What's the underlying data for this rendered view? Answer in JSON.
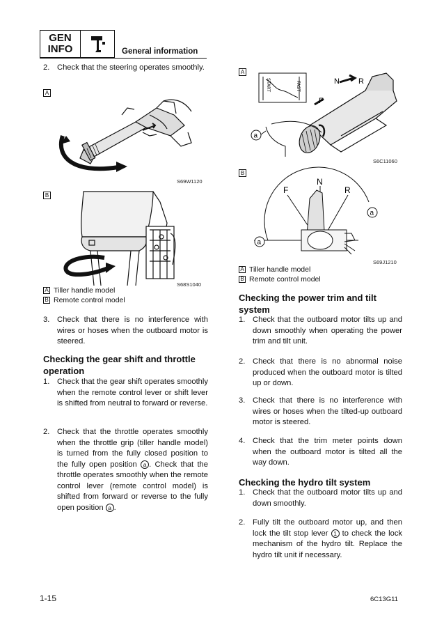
{
  "header": {
    "gen_line1": "GEN",
    "gen_line2": "INFO",
    "title": "General information"
  },
  "left": {
    "item2": {
      "num": "2.",
      "text": "Check that the steering operates smoothly."
    },
    "fig_a": {
      "label": "A",
      "code": "S69W1120"
    },
    "fig_b": {
      "label": "B",
      "code": "S68S1040"
    },
    "legend": [
      {
        "label": "A",
        "text": "Tiller handle model"
      },
      {
        "label": "B",
        "text": "Remote control model"
      }
    ],
    "item3": {
      "num": "3.",
      "text": "Check that there is no interference with wires or hoses when the outboard motor is steered."
    },
    "section_gear": {
      "title_l1": "Checking the gear shift and throttle",
      "title_l2": "operation",
      "item1": {
        "num": "1.",
        "text": "Check that the gear shift operates smoothly when the remote control lever or shift lever is shifted from neutral to forward or reverse."
      },
      "item2": {
        "num": "2.",
        "text_a": "Check that the throttle operates smoothly when the throttle grip (tiller handle model) is turned from the fully closed position to the fully open position",
        "text_b": ". Check that the throttle operates smoothly when the remote control lever (remote control model) is shifted from forward or reverse to the fully open position",
        "text_c": ".",
        "mark": "a"
      }
    }
  },
  "right": {
    "fig_a": {
      "label": "A",
      "code": "S6C11060",
      "n_label": "N",
      "r_label": "R",
      "f_label": "F",
      "a_mark": "a",
      "start_label": "START",
      "fast_label": "FAST"
    },
    "fig_b": {
      "label": "B",
      "code": "S69J1210",
      "n_label": "N",
      "f_label": "F",
      "r_label": "R",
      "a_mark": "a"
    },
    "legend": [
      {
        "label": "A",
        "text": "Tiller handle model"
      },
      {
        "label": "B",
        "text": "Remote control model"
      }
    ],
    "section_trim": {
      "title_l1": "Checking the power trim and tilt",
      "title_l2": "system",
      "items": [
        {
          "num": "1.",
          "text": "Check that the outboard motor tilts up and down smoothly when operating the power trim and tilt unit."
        },
        {
          "num": "2.",
          "text": "Check that there is no abnormal noise produced when the outboard motor is tilted up or down."
        },
        {
          "num": "3.",
          "text": "Check that there is no interference with wires or hoses when the tilted-up outboard motor is steered."
        },
        {
          "num": "4.",
          "text": "Check that the trim meter points down when the outboard motor is tilted all the way down."
        }
      ]
    },
    "section_hydro": {
      "title": "Checking the hydro tilt system",
      "item1": {
        "num": "1.",
        "text": "Check that the outboard motor tilts up and down smoothly."
      },
      "item2": {
        "num": "2.",
        "text_a": "Fully tilt the outboard motor up, and then lock the tilt stop lever",
        "mark": "1",
        "text_b": " to check the lock mechanism of the hydro tilt. Replace the hydro tilt unit if necessary."
      }
    }
  },
  "footer": {
    "page": "1-15",
    "code": "6C13G11"
  }
}
